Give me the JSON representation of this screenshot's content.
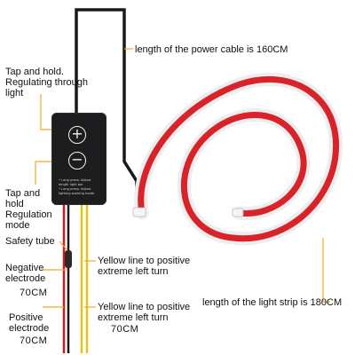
{
  "labels": {
    "tap_hold_regulating": "Tap and hold. Regulating through light",
    "tap_hold_mode": "Tap and hold Regulation mode",
    "safety_tube": "Safety tube",
    "negative_electrode": "Negative electrode",
    "negative_length": "70CM",
    "positive_electrode": "Positive electrode",
    "positive_length": "70CM",
    "yellow_left_1": "Yellow line to positive extreme left turn",
    "yellow_left_2": "Yellow line to positive extreme left turn",
    "yellow_length": "70CM",
    "power_cable": "length of the power cable is 160CM",
    "light_strip": "length of the light strip is 180CM"
  },
  "controller": {
    "plus_symbol": "+",
    "minus_symbol": "−",
    "text_line_1": "• Long press: Adjust",
    "text_line_2": "  length light bar",
    "text_line_3": "• Long press: Adjust",
    "text_line_4": "  lighting working mode"
  },
  "colors": {
    "accent_orange": "#f5a623",
    "strip_red": "#d8232a",
    "wire_yellow": "#e8c21a",
    "wire_black": "#1a1a1a",
    "wire_red": "#c81e1e",
    "controller_body": "#1d1d1f"
  }
}
